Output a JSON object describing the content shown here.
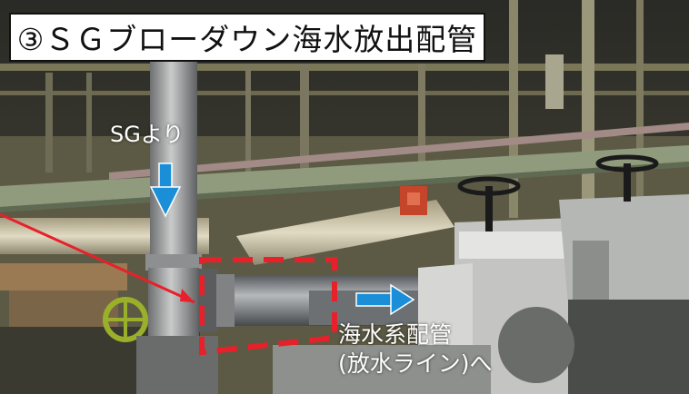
{
  "title": "③ＳＧブローダウン海水放出配管",
  "labels": {
    "from_sg": "SGより",
    "destination_line1": "海水系配管",
    "destination_line2": "(放水ライン)へ"
  },
  "colors": {
    "arrow_blue": "#1a8fd8",
    "dashed_box_red": "#e8202a",
    "leader_line_red": "#e8202a"
  }
}
